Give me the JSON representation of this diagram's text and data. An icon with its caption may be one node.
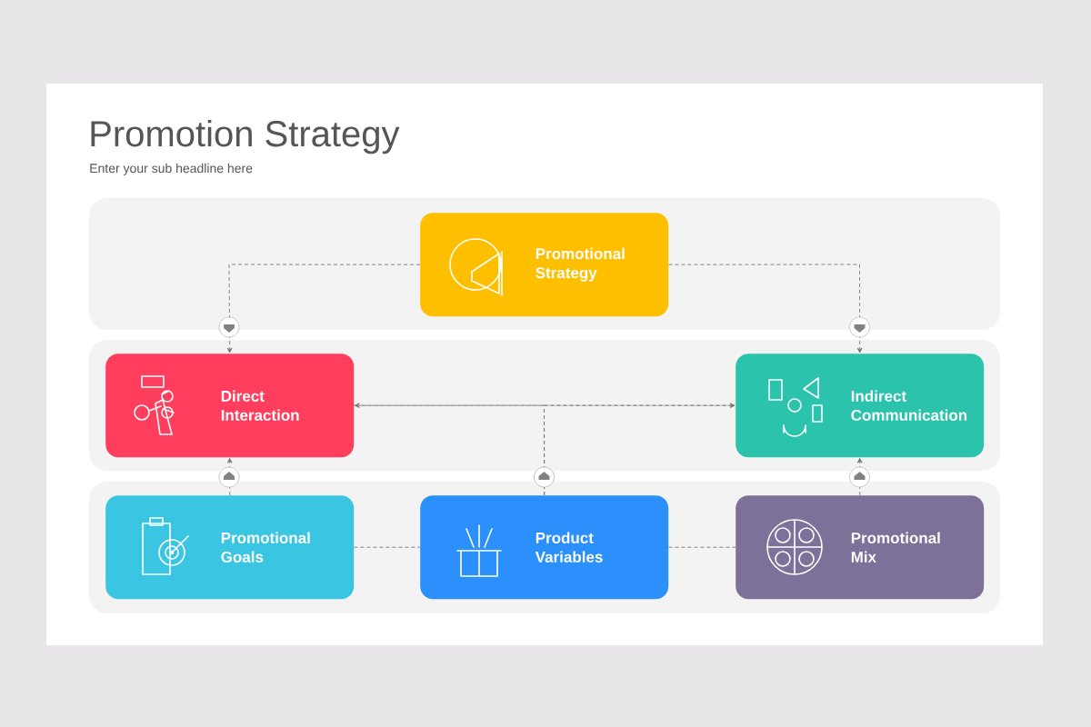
{
  "diagram": {
    "title": "Promotion Strategy",
    "nodes": [
      {
        "text": [
          "Promotional Strategy"
        ]
      },
      {
        "text": [
          "Direct Interaction"
        ]
      },
      {
        "text": [
          "Indirect Communication"
        ]
      },
      {
        "text": [
          "Promotional Goals"
        ]
      },
      {
        "text": [
          "Product Variables"
        ]
      },
      {
        "text": [
          "Promotional Mix"
        ]
      }
    ],
    "edges": [
      {
        "from": 0,
        "to": 1,
        "arrow": "to",
        "style": "dashed"
      },
      {
        "from": 0,
        "to": 2,
        "arrow": "to",
        "style": "dashed"
      },
      {
        "from": 1,
        "to": 2,
        "arrow": "none",
        "style": "dashed"
      },
      {
        "from": 4,
        "to": 1,
        "arrow": "to",
        "style": "dashed"
      },
      {
        "from": 4,
        "to": 2,
        "arrow": "to",
        "style": "dashed"
      },
      {
        "from": 3,
        "to": 1,
        "arrow": "to",
        "style": "dashed"
      },
      {
        "from": 5,
        "to": 2,
        "arrow": "to",
        "style": "dashed"
      },
      {
        "from": 3,
        "to": 4,
        "arrow": "none",
        "style": "dashed"
      },
      {
        "from": 4,
        "to": 5,
        "arrow": "none",
        "style": "dashed"
      }
    ],
    "labels": [
      "Enter your sub headline here"
    ]
  }
}
